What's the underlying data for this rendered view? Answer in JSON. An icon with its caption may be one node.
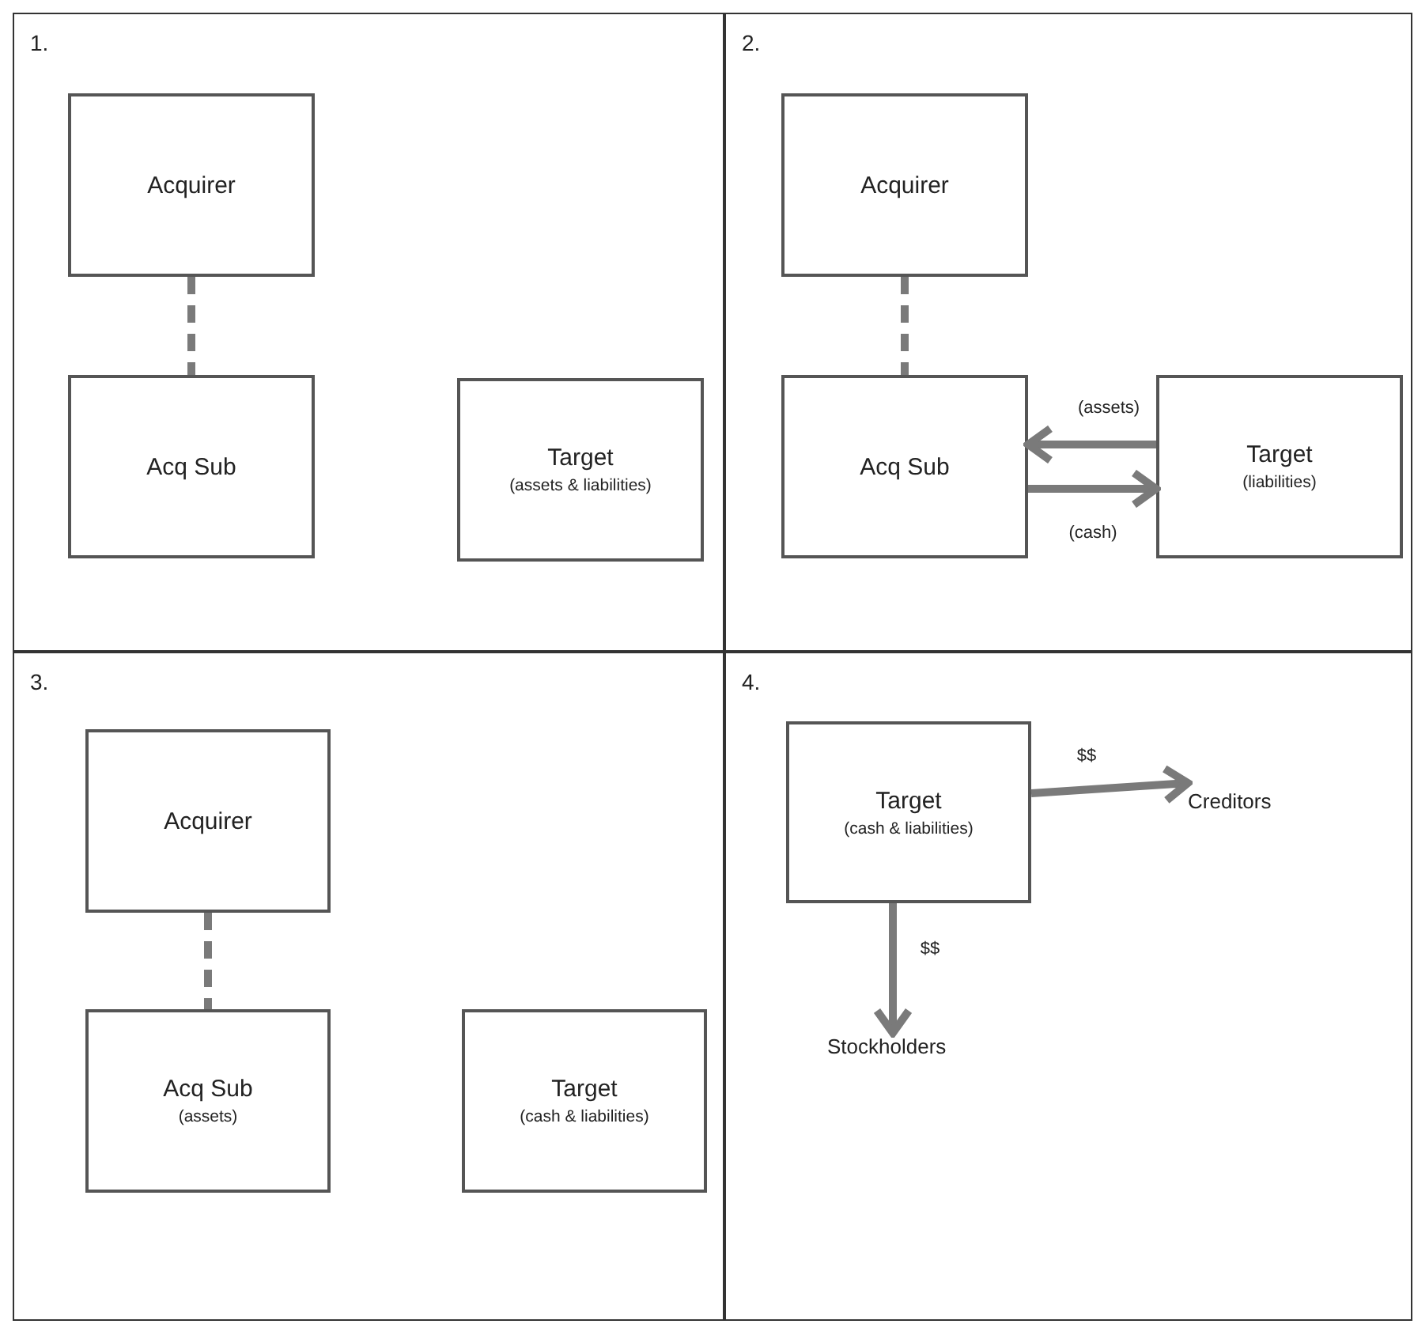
{
  "diagram": {
    "nodes": [
      {
        "text": [
          "1."
        ]
      },
      {
        "text": [
          "Acquirer"
        ],
        "in": 0
      },
      {
        "text": [
          "Acq Sub"
        ],
        "in": 0
      },
      {
        "text": [
          "Target",
          "(assets & liabilities)"
        ],
        "in": 0
      },
      {
        "text": [
          "2."
        ]
      },
      {
        "text": [
          "Acquirer"
        ],
        "in": 4
      },
      {
        "text": [
          "Acq Sub"
        ],
        "in": 4
      },
      {
        "text": [
          "Target",
          "(liabilities)"
        ],
        "in": 4
      },
      {
        "text": [
          "3."
        ]
      },
      {
        "text": [
          "Acquirer"
        ],
        "in": 8
      },
      {
        "text": [
          "Acq Sub",
          "(assets)"
        ],
        "in": 8
      },
      {
        "text": [
          "Target",
          "(cash & liabilities)"
        ],
        "in": 8
      },
      {
        "text": [
          "4."
        ]
      },
      {
        "text": [
          "Target",
          "(cash & liabilities)"
        ],
        "in": 12
      },
      {
        "text": [
          "Creditors"
        ],
        "in": 12
      },
      {
        "text": [
          "Stockholders"
        ],
        "in": 12
      }
    ],
    "edges": [
      {
        "from": 1,
        "to": 2,
        "arrow": "none",
        "style": "dashed"
      },
      {
        "from": 5,
        "to": 6,
        "arrow": "none",
        "style": "dashed"
      },
      {
        "from": 7,
        "to": 6,
        "arrow": "to",
        "label": "(assets)"
      },
      {
        "from": 6,
        "to": 7,
        "arrow": "to",
        "label": "(cash)"
      },
      {
        "from": 9,
        "to": 10,
        "arrow": "none",
        "style": "dashed"
      },
      {
        "from": 13,
        "to": 14,
        "arrow": "to",
        "label": "$$"
      },
      {
        "from": 13,
        "to": 15,
        "arrow": "to",
        "label": "$$"
      }
    ]
  }
}
